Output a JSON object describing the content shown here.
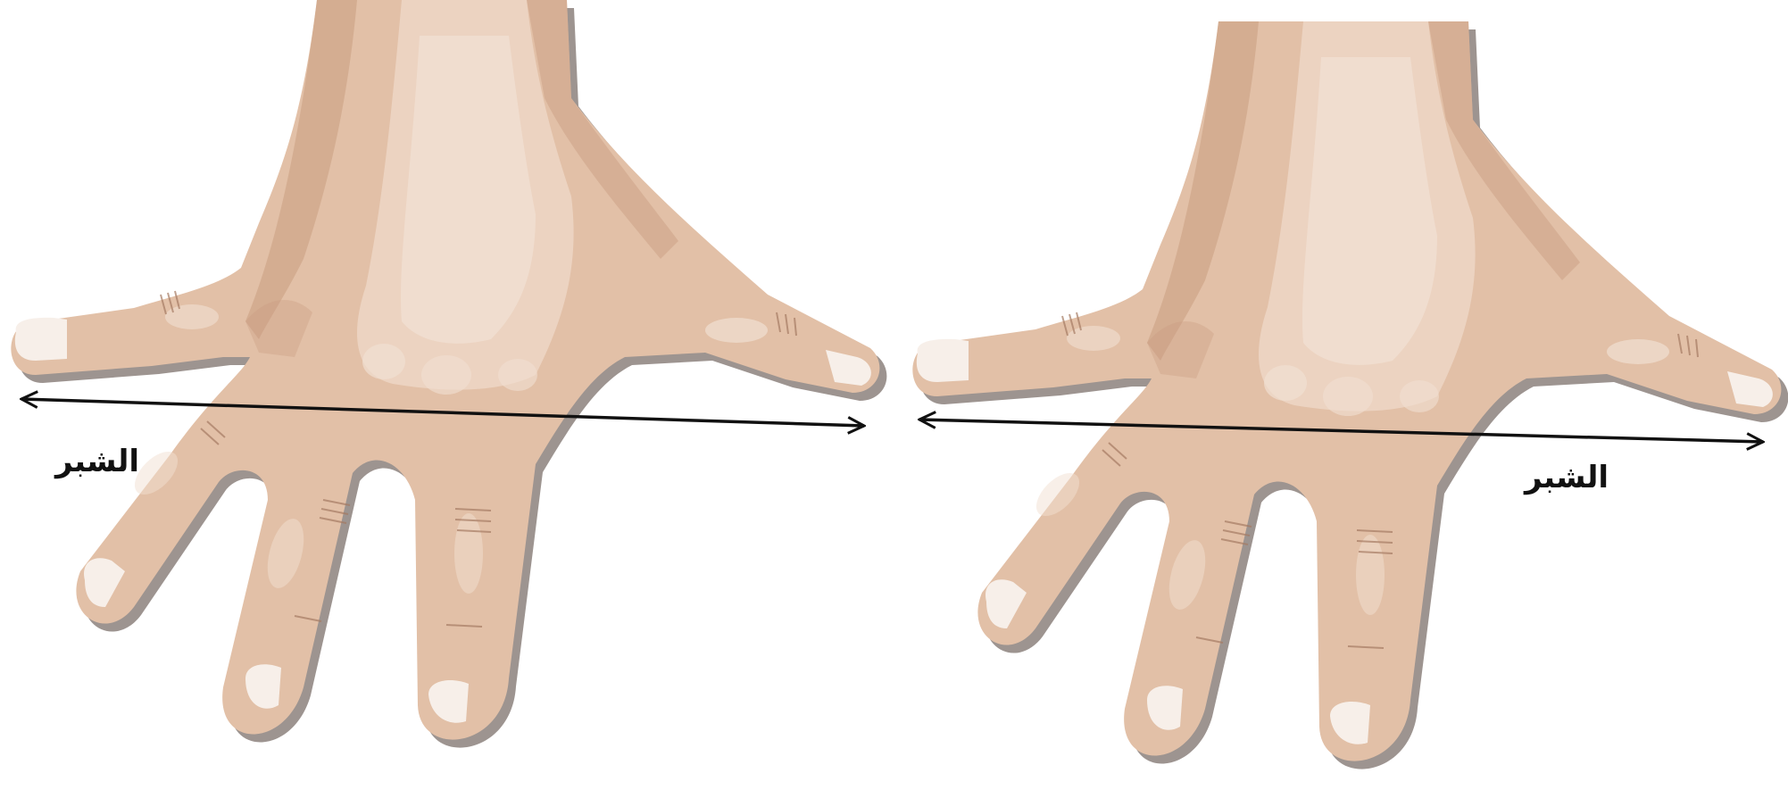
{
  "figures": [
    {
      "id": "left",
      "span_label": "الشبر"
    },
    {
      "id": "right",
      "span_label": "الشبر"
    }
  ],
  "colors": {
    "background": "#ffffff",
    "skin_base": "#e2c0a7",
    "skin_light": "#ecd3c1",
    "skin_dark": "#c89c80",
    "skin_highlight": "#f1e0d2",
    "shadow": "#9d9490",
    "nail": "#f7efe9",
    "arrow": "#111111",
    "text": "#111111"
  },
  "icons": [
    "hand-illustration",
    "double-headed-arrow"
  ]
}
